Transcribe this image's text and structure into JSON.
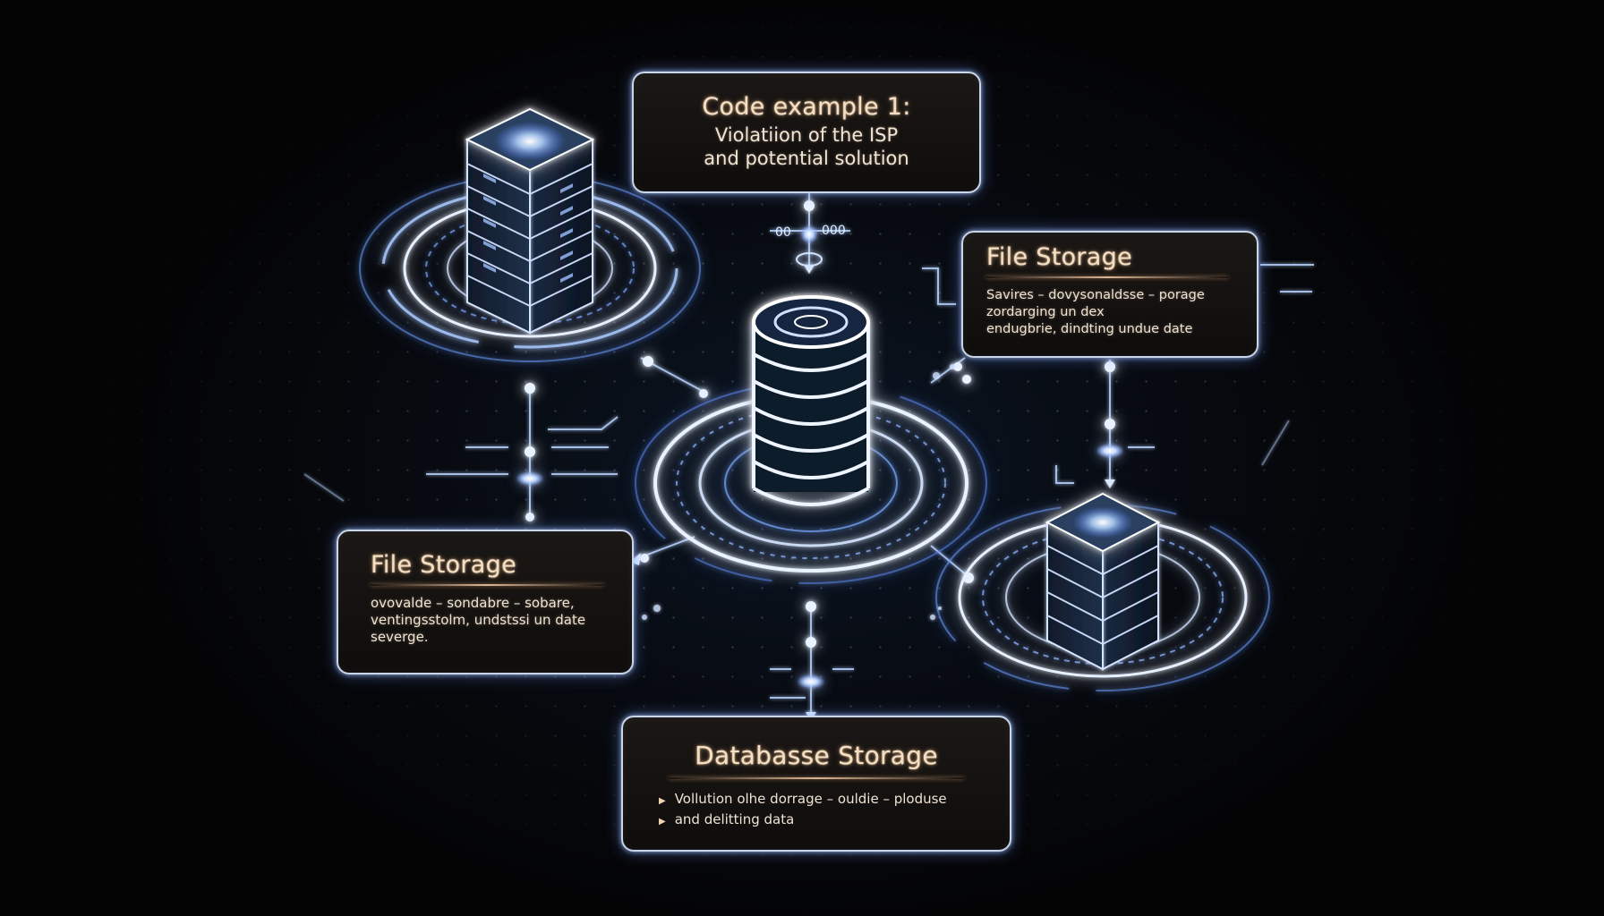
{
  "colors": {
    "background": "#050506",
    "glow_blue": "#7fb6ff",
    "glow_white": "#e9f2ff",
    "card_border": "#c9d6ea",
    "card_fill": "#14110f",
    "title_text": "#f4dfc5"
  },
  "labels": {
    "top_counter_a": "00",
    "top_counter_b": "000"
  },
  "title_card": {
    "line1": "Code example 1:",
    "line2": "Violatiion of the ISP",
    "line3": "and potential solution"
  },
  "file_storage_right": {
    "title": "File Storage",
    "lines": [
      "Savires – dovysonaldsse – porage",
      "zordarging un dex",
      "endugbrie, dindting undue date"
    ]
  },
  "file_storage_left": {
    "title": "File Storage",
    "lines": [
      "ovovalde – sondabre – sobare,",
      "ventingsstolm, undstssi un date",
      "severge."
    ]
  },
  "database_storage": {
    "title": "Databasse Storage",
    "bullets": [
      "Vollution olhe dorrage – ouldie – ploduse",
      "and delitting data"
    ]
  },
  "icons": {
    "left_server": "server-rack-icon",
    "center_database": "database-cylinder-icon",
    "right_server": "server-rack-icon"
  }
}
